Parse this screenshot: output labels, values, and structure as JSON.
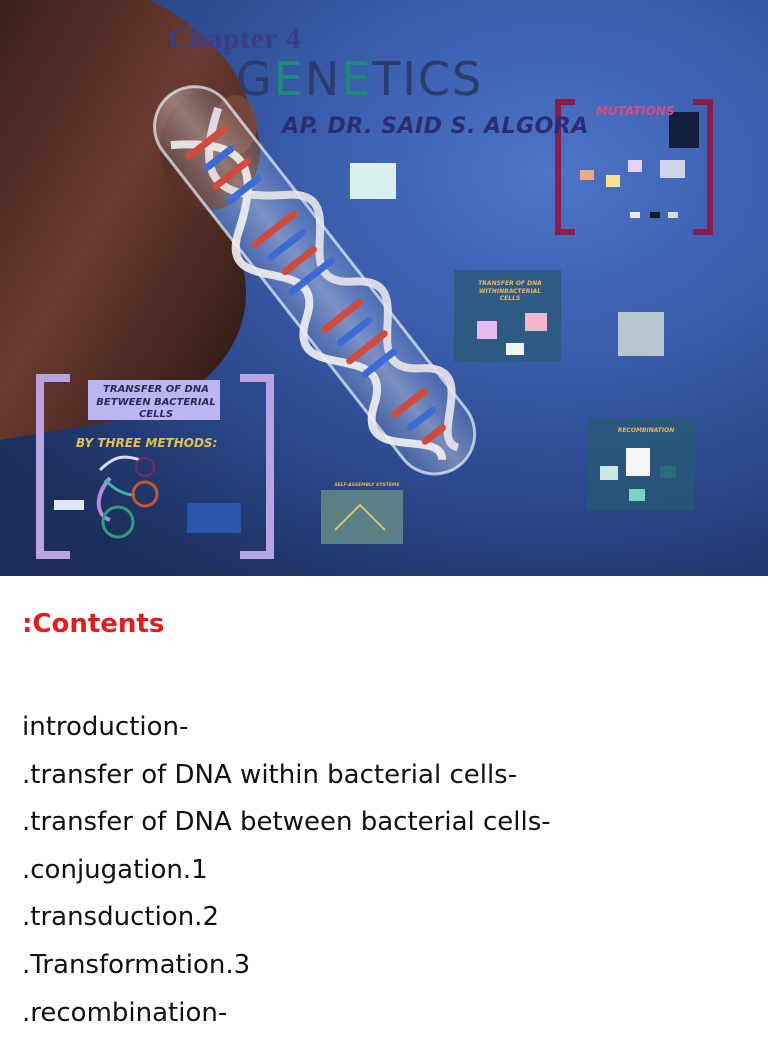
{
  "banner": {
    "chapter": "Chapter 4",
    "title_parts": [
      "G",
      "E",
      "N",
      "E",
      "TICS"
    ],
    "author": "AP. DR. SAID S. ALGORA",
    "frames": {
      "mutations": "MUTATIONS",
      "transfer_between": "TRANSFER OF DNA BETWEEN BACTERIAL CELLS",
      "three_methods": "BY THREE METHODS:",
      "transfer_within": "TRANSFER OF DNA WITHINBACTERIAL CELLS",
      "recombination": "RECOMBINATION",
      "self_assembly": "SELF-ASSEMBLY SYSTEMS"
    }
  },
  "contents": {
    "title": ":Contents",
    "items": [
      "introduction-",
      ".transfer of DNA within bacterial cells-",
      ".transfer of DNA between bacterial cells-",
      ".conjugation.1",
      ".transduction.2",
      ".Transformation.3",
      ".recombination-"
    ]
  },
  "colors": {
    "contents_title": "#e81a1a",
    "banner_bg": "#3c5fb0",
    "bracket_purple": "#b9a3e3",
    "bracket_crimson": "#8a1d4a"
  }
}
